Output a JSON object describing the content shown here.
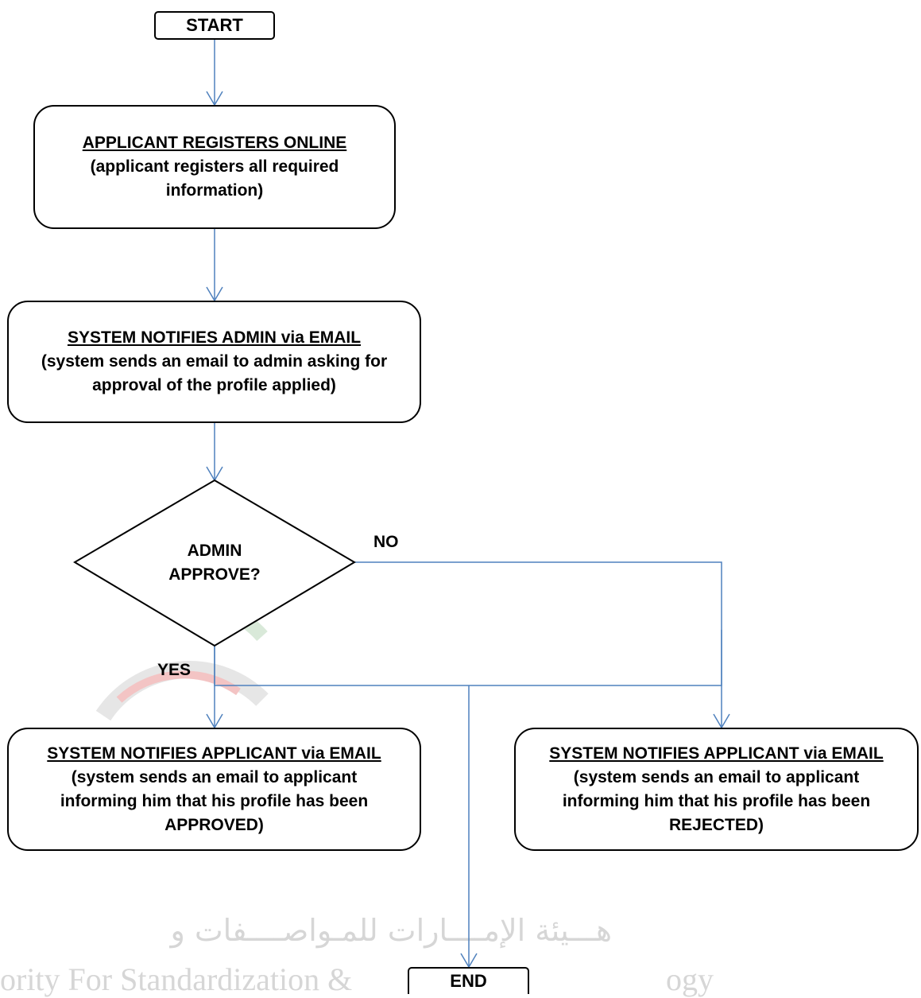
{
  "watermark": {
    "arabic": "هـــيئة الإمــــارات للمـواصــــفات و",
    "english": "ority For Standardization &",
    "english_tail": "ogy"
  },
  "nodes": {
    "start": {
      "label": "START"
    },
    "register": {
      "title": "APPLICANT REGISTERS ONLINE",
      "detail": "(applicant registers all required information)"
    },
    "notify_admin": {
      "title": "SYSTEM NOTIFIES ADMIN via EMAIL",
      "detail": "(system sends an email to admin asking for approval of the profile applied)"
    },
    "decision": {
      "line1": "ADMIN",
      "line2": "APPROVE?"
    },
    "approved": {
      "title": "SYSTEM NOTIFIES APPLICANT via EMAIL",
      "detail": "(system sends an email to applicant informing him that his profile has been APPROVED)"
    },
    "rejected": {
      "title": "SYSTEM NOTIFIES APPLICANT via EMAIL",
      "detail": "(system sends an email to applicant informing him that his profile has been REJECTED)"
    },
    "end": {
      "label": "END"
    }
  },
  "edges": {
    "yes_label": "YES",
    "no_label": "NO"
  },
  "colors": {
    "connector": "#4f81bd",
    "border": "#000000",
    "watermark_red": "#e06666",
    "watermark_green": "#8fbc8f"
  }
}
